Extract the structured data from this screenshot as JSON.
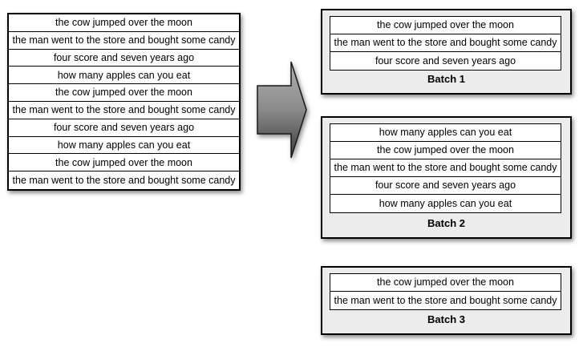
{
  "left_table": {
    "rows": [
      "the cow jumped over the moon",
      "the man went to the store and bought some candy",
      "four score and seven years ago",
      "how many apples can you eat",
      "the cow jumped over the moon",
      "the man went to the store and bought some candy",
      "four score and seven years ago",
      "how many apples can you eat",
      "the cow jumped over the moon",
      "the man went to the store and bought some candy"
    ]
  },
  "arrow": {
    "direction": "right",
    "gradient_top": "#b2b2b2",
    "gradient_bottom": "#3c3c3c",
    "outline": "#1a1a1a"
  },
  "batches": [
    {
      "label": "Batch 1",
      "rows": [
        "the cow jumped over the moon",
        "the man went to the store and bought some candy",
        "four score and seven years ago"
      ]
    },
    {
      "label": "Batch 2",
      "rows": [
        "how many apples can you eat",
        "the cow jumped over the moon",
        "the man went to the store and bought some candy",
        "four score and seven years ago",
        "how many apples can you eat"
      ]
    },
    {
      "label": "Batch 3",
      "rows": [
        "the cow jumped over the moon",
        "the man went to the store and bought some candy"
      ]
    }
  ],
  "colors": {
    "batch_box_fill": "#ececec",
    "row_fill": "#ffffff",
    "border": "#000000"
  }
}
